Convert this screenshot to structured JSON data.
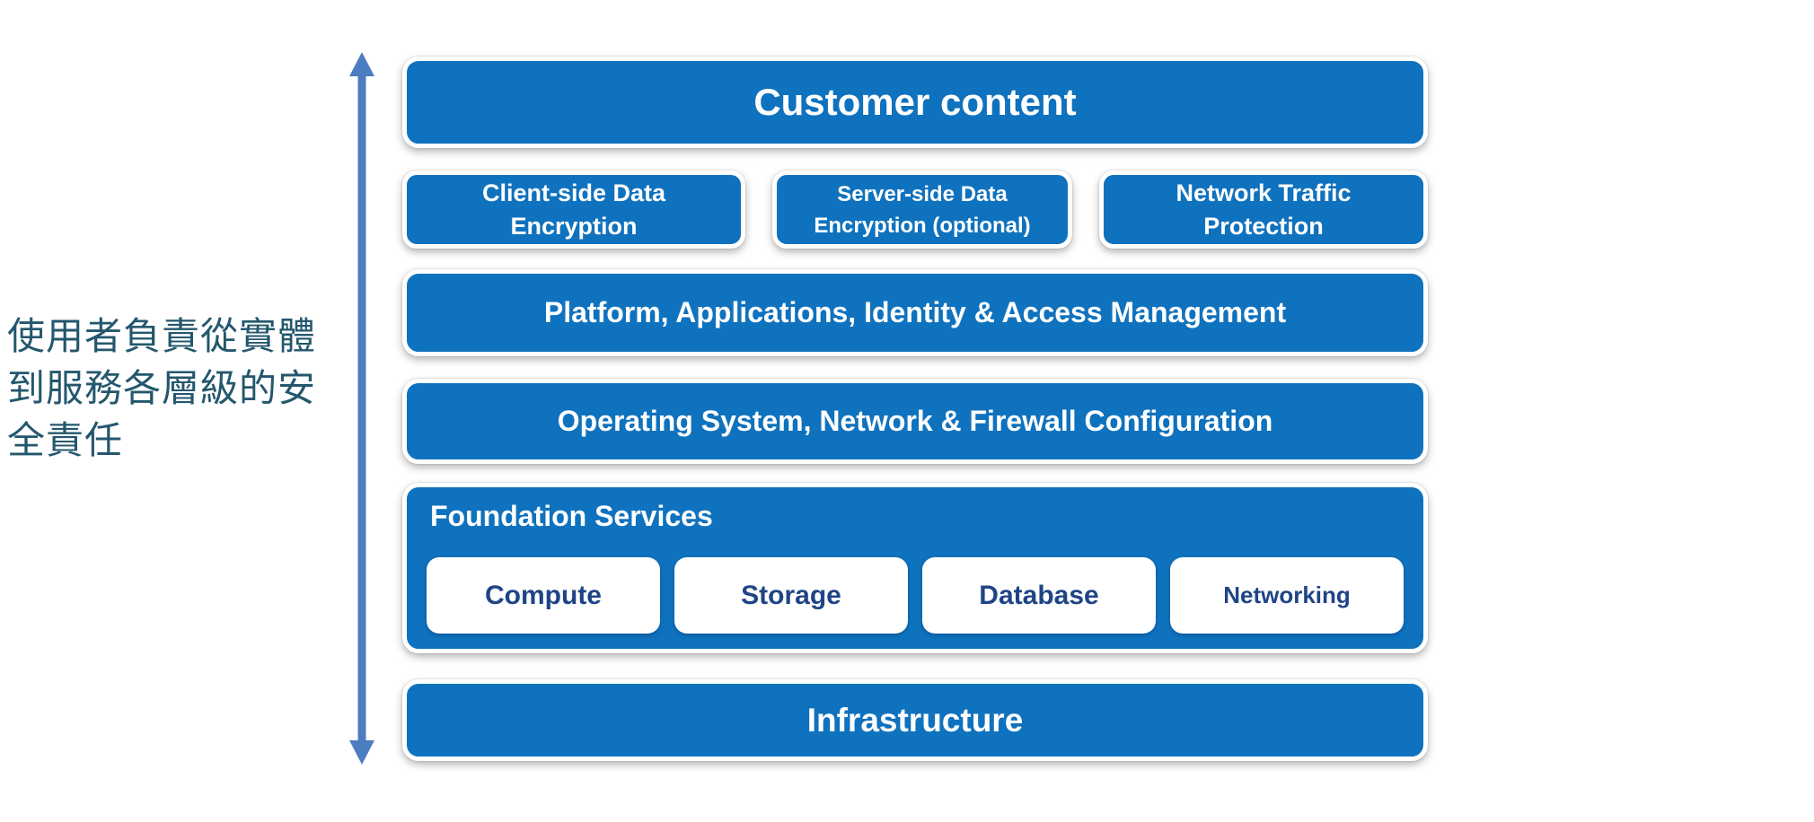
{
  "left_note": {
    "lines": [
      "使用者負責從實體",
      "到服務各層級的安",
      "全責任"
    ]
  },
  "stack": {
    "customer_content": "Customer content",
    "encryption_row": [
      {
        "lines": [
          "Client-side Data",
          "Encryption"
        ]
      },
      {
        "lines": [
          "Server-side Data",
          "Encryption (optional)"
        ]
      },
      {
        "lines": [
          "Network Traffic",
          "Protection"
        ]
      }
    ],
    "platform": "Platform, Applications, Identity & Access Management",
    "os": "Operating System, Network & Firewall Configuration",
    "foundation": {
      "title": "Foundation Services",
      "services": [
        "Compute",
        "Storage",
        "Database",
        "Networking"
      ]
    },
    "infrastructure": "Infrastructure"
  },
  "icons": {
    "arrow": "vertical-double-arrow"
  },
  "colors": {
    "box_blue": "#0F72BE",
    "service_text_navy": "#1F4486",
    "note_teal": "#24576D",
    "arrow_blue": "#4C7DC0",
    "box_text": "#FFFFFF"
  }
}
